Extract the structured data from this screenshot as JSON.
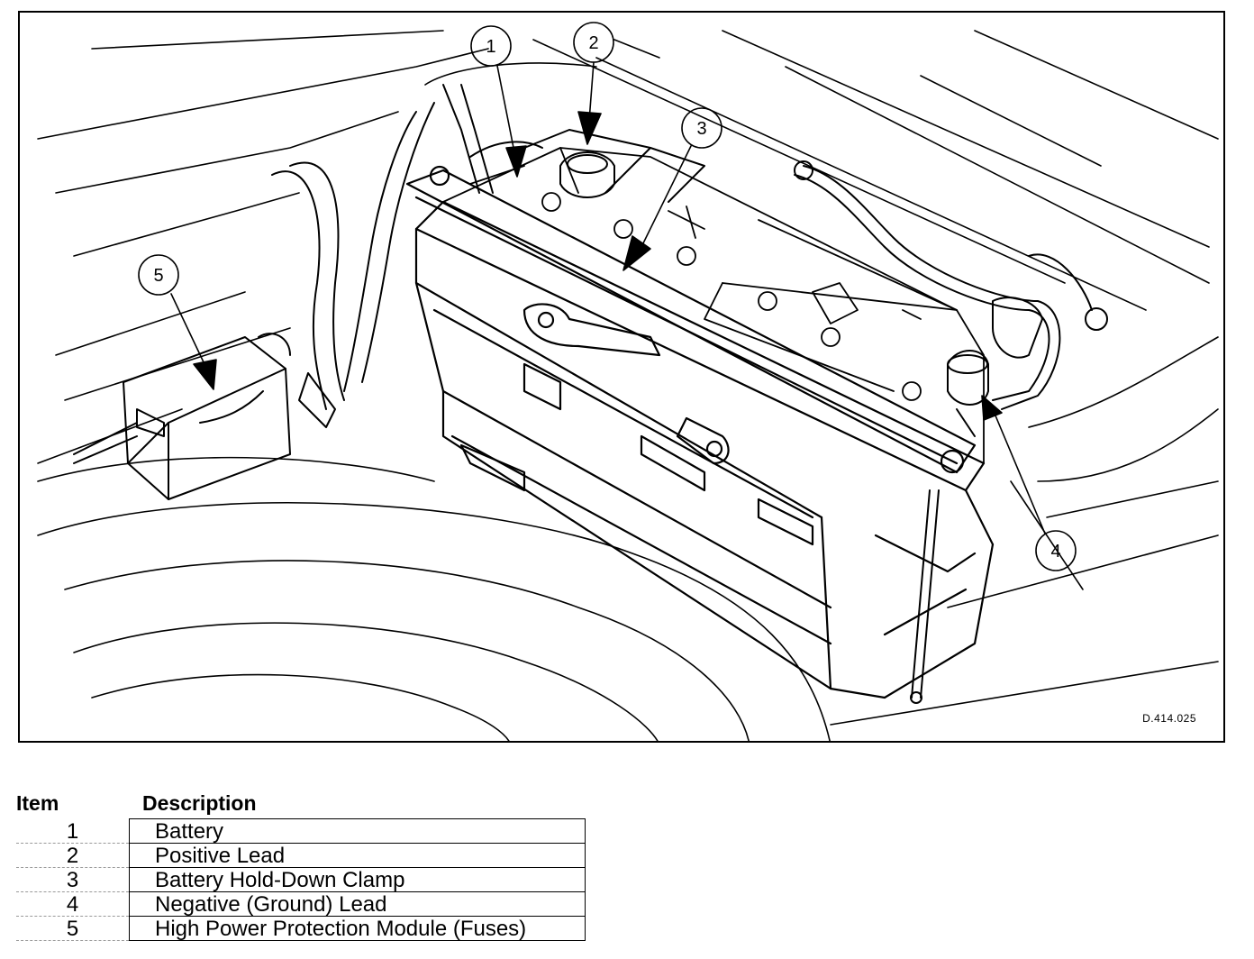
{
  "figure": {
    "reference_code": "D.414.025",
    "callouts": [
      "1",
      "2",
      "3",
      "4",
      "5"
    ]
  },
  "legend": {
    "header_item": "Item",
    "header_description": "Description",
    "rows": [
      {
        "item": "1",
        "description": "Battery"
      },
      {
        "item": "2",
        "description": "Positive Lead"
      },
      {
        "item": "3",
        "description": "Battery Hold-Down Clamp"
      },
      {
        "item": "4",
        "description": "Negative (Ground) Lead"
      },
      {
        "item": "5",
        "description": "High Power Protection Module (Fuses)"
      }
    ]
  }
}
